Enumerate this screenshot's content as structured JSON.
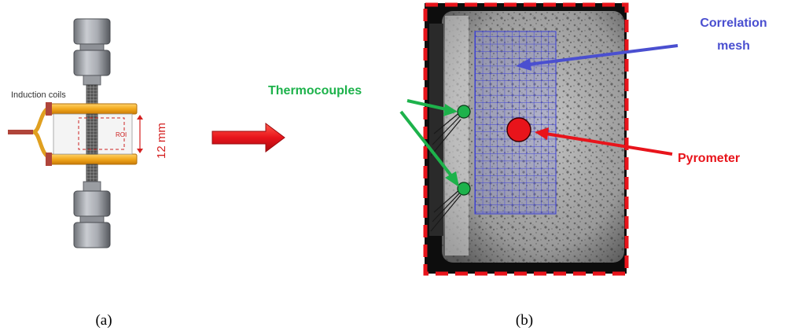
{
  "panel_a": {
    "coil_label": "Induction coils",
    "roi_label": "ROI",
    "dimension_label": "12 mm",
    "caption": "(a)"
  },
  "panel_b": {
    "thermocouples_label": "Thermocouples",
    "correlation_label_line1": "Correlation",
    "correlation_label_line2": "mesh",
    "pyrometer_label": "Pyrometer",
    "caption": "(b)"
  },
  "colors": {
    "frame_dash": "#e8141b",
    "thermocouple": "#1db24b",
    "correlation": "#4a4fd0",
    "pyrometer": "#e8141b",
    "coil": "#f2a81c",
    "arrow": "#e8141b"
  }
}
